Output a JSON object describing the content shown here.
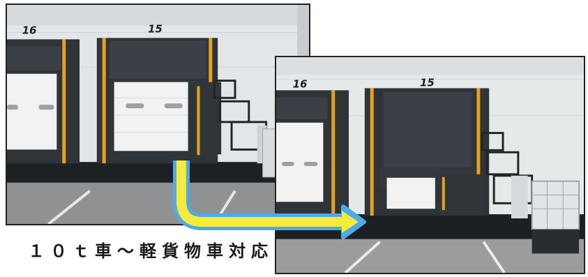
{
  "left_photo": {
    "dock_labels": [
      "16",
      "15"
    ]
  },
  "right_photo": {
    "dock_labels": [
      "16",
      "15"
    ]
  },
  "caption": "１０ｔ車～軽貨物車対応",
  "colors": {
    "arrow_fill": "#f5ec3a",
    "arrow_outline": "#4fa9e6",
    "shelter_dark": "#2f3438",
    "shelter_stripe": "#e6a21c",
    "wall": "#e9ebec",
    "door": "#f2f2f2"
  }
}
